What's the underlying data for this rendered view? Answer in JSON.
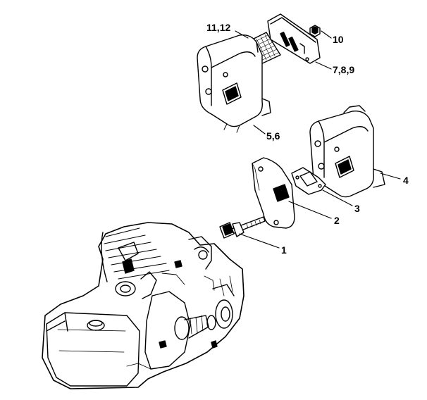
{
  "callouts": {
    "c1": "1",
    "c2": "2",
    "c3": "3",
    "c4": "4",
    "c56": "5,6",
    "c789": "7,8,9",
    "c10": "10",
    "c1112": "11,12"
  },
  "colors": {
    "line": "#000000",
    "background": "#ffffff"
  },
  "parts": [
    "engine-housing",
    "bolt",
    "muffler-gasket-plate",
    "exhaust-gasket",
    "muffler-rear",
    "muffler-front",
    "muffler-cover-plate",
    "spark-arrest-screen",
    "hex-nut"
  ]
}
